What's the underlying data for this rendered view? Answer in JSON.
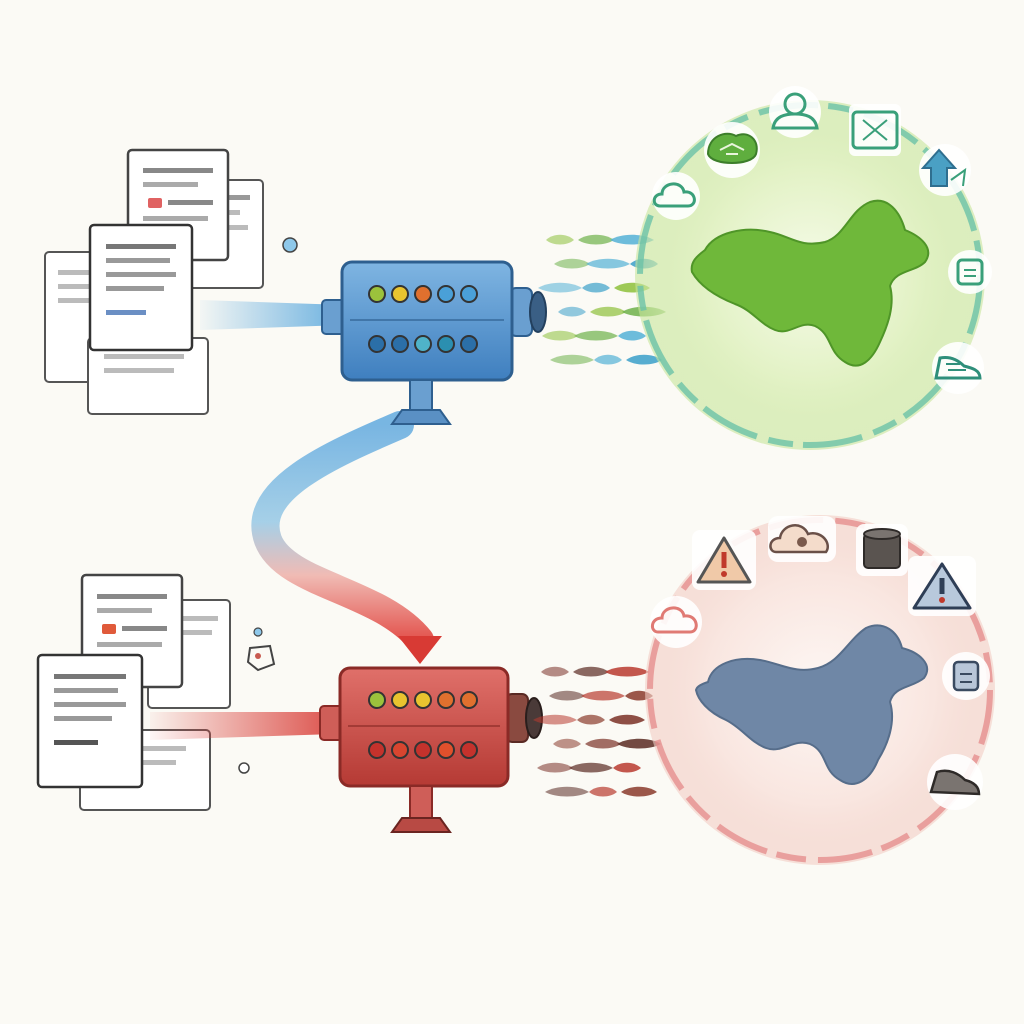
{
  "diagram": {
    "pipelines": [
      {
        "id": "top",
        "theme": "positive",
        "machine_color": "#4f8fc9",
        "stream_color": "#5aa8dd",
        "indicator_colors_row1": [
          "#9bc23c",
          "#e8c42f",
          "#e0702e",
          "#4aa0d8",
          "#4aa0d8"
        ],
        "indicator_colors_row2": [
          "#2b6fa8",
          "#2b6fa8",
          "#4fb3c9",
          "#2b8fb0",
          "#2b6fa8"
        ],
        "output_fragment_colors": [
          "#8dbf3a",
          "#6eb04a",
          "#53b0d6",
          "#3a9fc9"
        ],
        "globe_glow": "#c7e59b",
        "globe_ring": "#6cc2a8",
        "region_color": "#6fb83a",
        "ring_icons": [
          "handshake-icon",
          "person-icon",
          "package-icon",
          "growth-icon",
          "cloud-icon",
          "robot-icon",
          "shoe-icon"
        ]
      },
      {
        "id": "bottom",
        "theme": "negative",
        "machine_color": "#c9463f",
        "stream_color": "#d9403a",
        "indicator_colors_row1": [
          "#9bc23c",
          "#e8c42f",
          "#e8c42f",
          "#e0702e",
          "#e0702e"
        ],
        "indicator_colors_row2": [
          "#c4322c",
          "#d8452f",
          "#c4322c",
          "#e0502c",
          "#c4322c"
        ],
        "output_fragment_colors": [
          "#7a3026",
          "#5a2a22",
          "#b83a2f",
          "#8a3a2c"
        ],
        "globe_glow": "#f2cdc4",
        "globe_ring": "#e48a8a",
        "region_color": "#6f87a6",
        "ring_icons": [
          "warning-icon",
          "cloud-icon",
          "barrel-icon",
          "warning-icon",
          "cloud-icon",
          "robot-icon",
          "shoe-icon"
        ]
      }
    ],
    "connector": {
      "from": "top",
      "to": "bottom",
      "gradient_start": "#6aaee0",
      "gradient_end": "#e0403a"
    }
  }
}
